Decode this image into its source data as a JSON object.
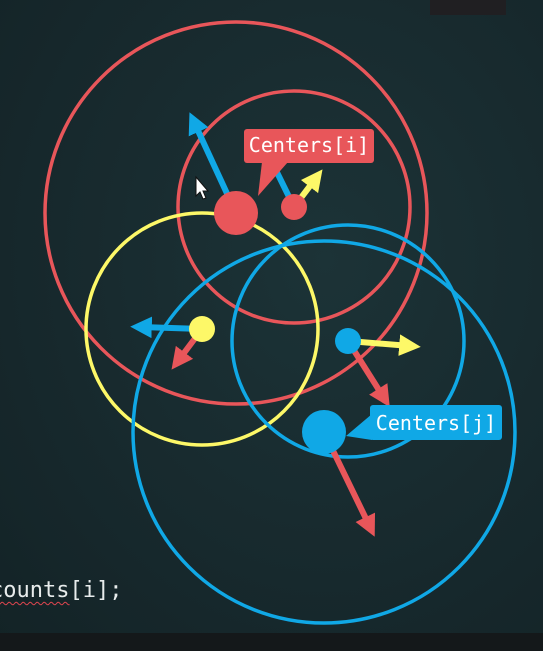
{
  "labels": {
    "center_i": "Centers[i]",
    "center_j": "Centers[j]"
  },
  "code": {
    "identifier": "counts",
    "suffix": "[i];"
  },
  "colors": {
    "red": "#e8565a",
    "blue": "#10a8e6",
    "yellow": "#fdf868",
    "background": "#182a2e"
  }
}
